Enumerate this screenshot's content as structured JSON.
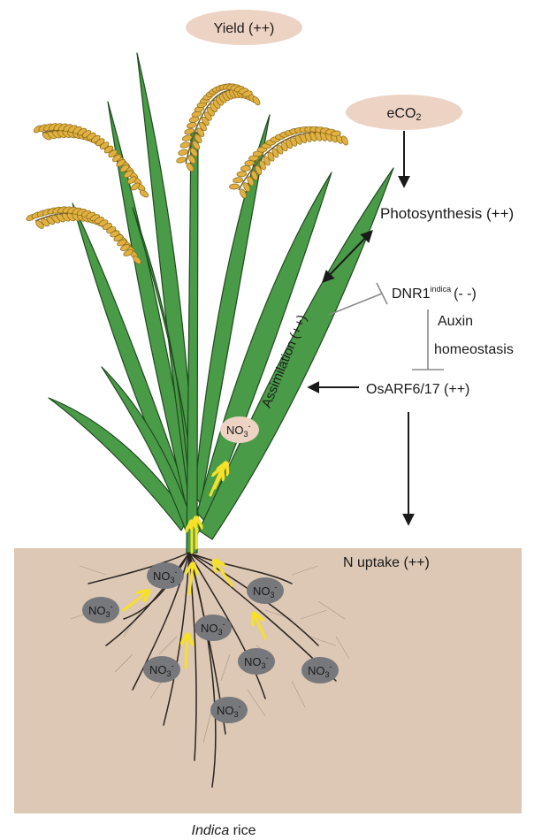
{
  "nodes": {
    "yield": "Yield (++)",
    "eco2_main": "eCO",
    "eco2_sub": "2",
    "photosynthesis": "Photosynthesis (++)",
    "dnr1_main": "DNR1",
    "dnr1_sup": "indica",
    "dnr1_effect": "(- -)",
    "auxin": "Auxin",
    "homeostasis": "homeostasis",
    "osarf": "OsARF6/17 (++)",
    "assimilation": "Assimilation (++)",
    "n_uptake": "N uptake (++)"
  },
  "nitrate": {
    "main": "NO",
    "sub": "3",
    "sup": "-"
  },
  "caption": {
    "italic": "Indica",
    "rest": " rice"
  },
  "colors": {
    "soil": "#dcc8b4",
    "bubble": "#ecd3c4",
    "leaf": "#4a9b48",
    "leaf_edge": "#1f4a1f",
    "grain": "#e0b040",
    "nitrate_node": "#77787b",
    "uptake_arrow": "#f5e02a",
    "root": "#2a2320"
  }
}
